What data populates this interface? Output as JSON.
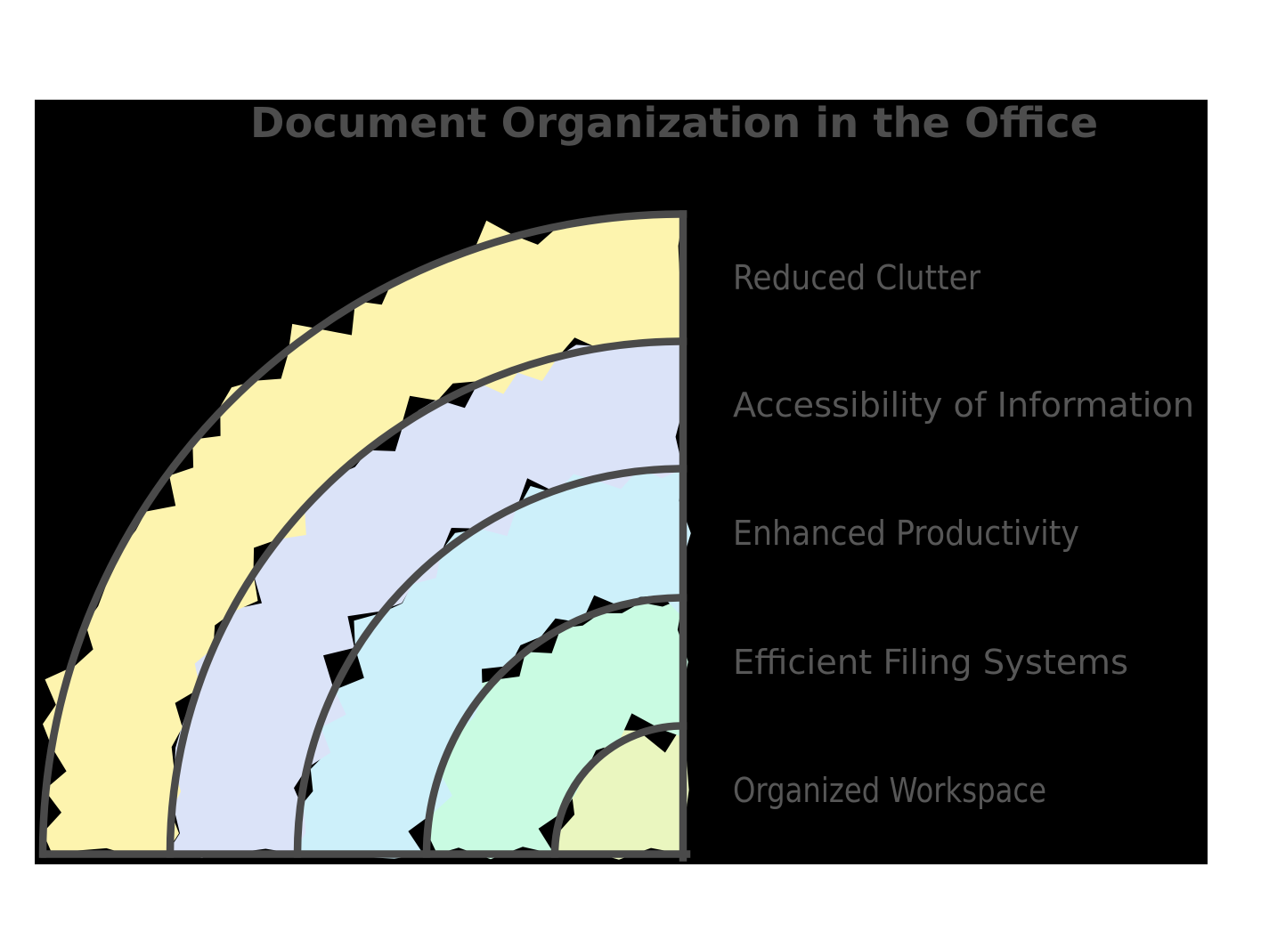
{
  "page": {
    "background": "#ffffff",
    "canvas_background": "#000000"
  },
  "title": {
    "text": "Document Organization in the Office",
    "color": "#4d4d4d"
  },
  "diagram": {
    "type": "concentric-quarter-onion",
    "stroke_color": "#4a4a4a",
    "label_color": "#575757",
    "layers": [
      {
        "label": "Organized Workspace",
        "fill": "#eaf6bf",
        "radius": 144
      },
      {
        "label": "Efficient Filing Systems",
        "fill": "#c9fbe2",
        "radius": 288
      },
      {
        "label": "Enhanced Productivity",
        "fill": "#cdf0fa",
        "radius": 433
      },
      {
        "label": "Accessibility of Information",
        "fill": "#dbe3f8",
        "radius": 576
      },
      {
        "label": "Reduced Clutter",
        "fill": "#fdf4ae",
        "radius": 719
      }
    ]
  }
}
